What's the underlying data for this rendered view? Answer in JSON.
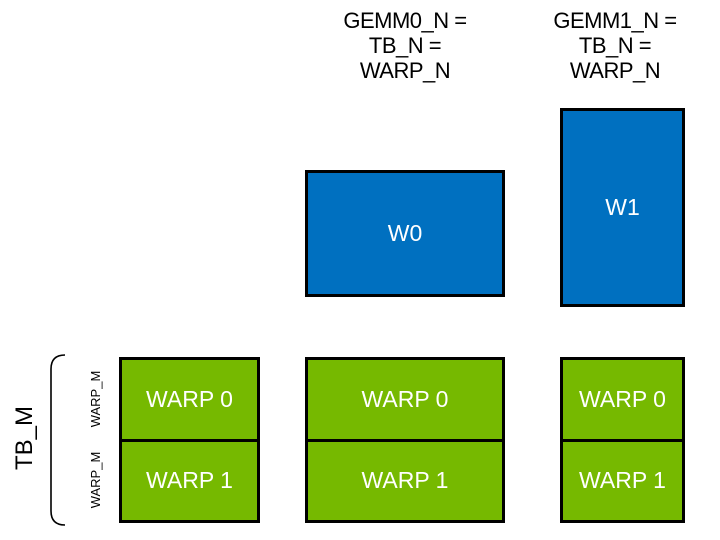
{
  "diagram": {
    "col_headers": [
      {
        "lines": [
          "GEMM0_N =",
          "TB_N =",
          "WARP_N"
        ]
      },
      {
        "lines": [
          "GEMM1_N =",
          "TB_N =",
          "WARP_N"
        ]
      }
    ],
    "accumulators": [
      {
        "label": "W0"
      },
      {
        "label": "W1"
      }
    ],
    "row_bracket_label": "TB_M",
    "row_sublabels": [
      "WARP_M",
      "WARP_M"
    ],
    "warp_tile_columns": [
      {
        "cells": [
          "WARP 0",
          "WARP 1"
        ]
      },
      {
        "cells": [
          "WARP 0",
          "WARP 1"
        ]
      },
      {
        "cells": [
          "WARP 0",
          "WARP 1"
        ]
      }
    ],
    "colors": {
      "accumulator_blue": "#0070C0",
      "warp_green": "#76B900",
      "border_black": "#000000",
      "text_white": "#FFFFFF"
    }
  }
}
